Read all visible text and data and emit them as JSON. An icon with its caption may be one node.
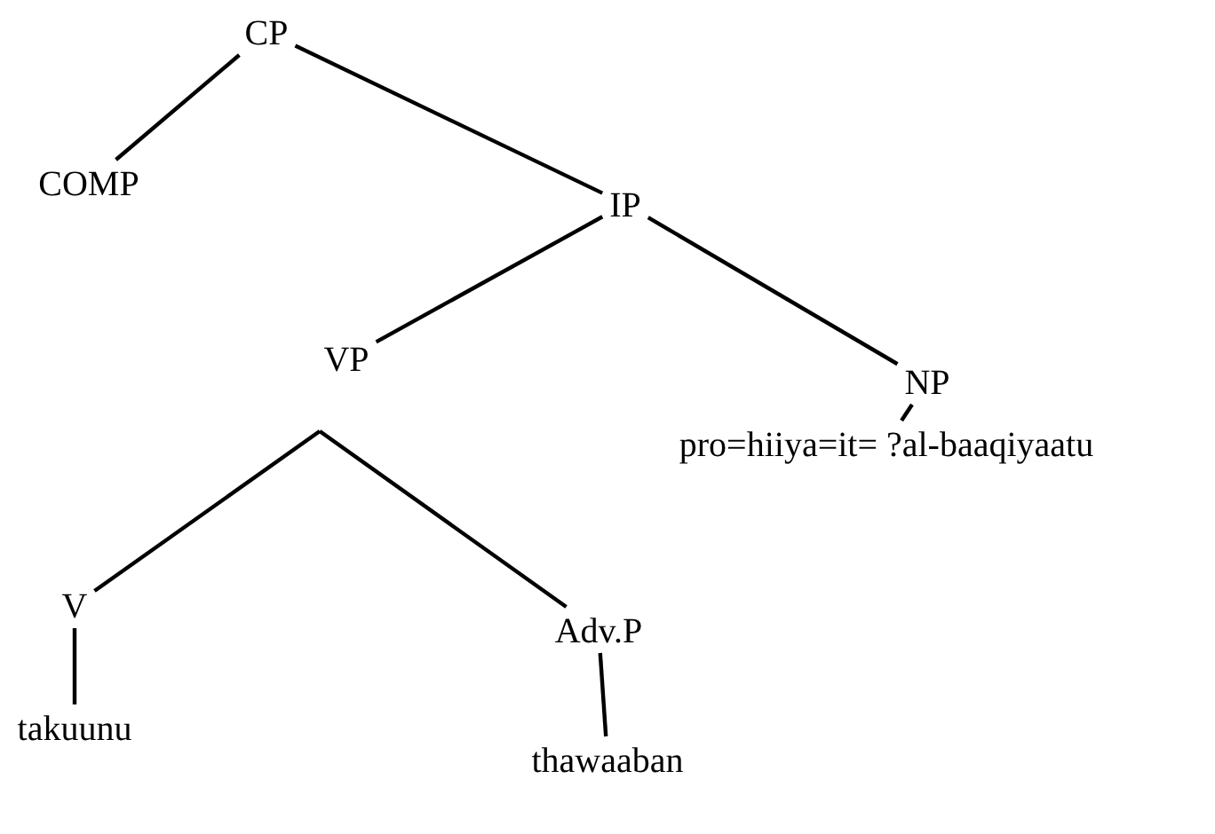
{
  "diagram": {
    "nodes": [
      {
        "text": [
          "CP"
        ]
      },
      {
        "text": [
          "COMP"
        ]
      },
      {
        "text": [
          "IP"
        ]
      },
      {
        "text": [
          "VP"
        ]
      },
      {
        "text": [
          "NP"
        ]
      },
      {
        "text": [
          "pro=hiiya=it= ?al-baaqiyaatu"
        ]
      },
      {
        "text": [
          "V"
        ]
      },
      {
        "text": [
          "Adv.P"
        ]
      },
      {
        "text": [
          "takuunu"
        ]
      },
      {
        "text": [
          "thawaaban"
        ]
      }
    ],
    "edges": [
      {
        "from": 0,
        "to": 1,
        "arrow": "none"
      },
      {
        "from": 0,
        "to": 2,
        "arrow": "none"
      },
      {
        "from": 2,
        "to": 3,
        "arrow": "none"
      },
      {
        "from": 2,
        "to": 4,
        "arrow": "none"
      },
      {
        "from": 4,
        "to": 5,
        "arrow": "none"
      },
      {
        "from": 3,
        "to": 6,
        "arrow": "none"
      },
      {
        "from": 3,
        "to": 7,
        "arrow": "none"
      },
      {
        "from": 6,
        "to": 8,
        "arrow": "none"
      },
      {
        "from": 7,
        "to": 9,
        "arrow": "none"
      }
    ]
  }
}
